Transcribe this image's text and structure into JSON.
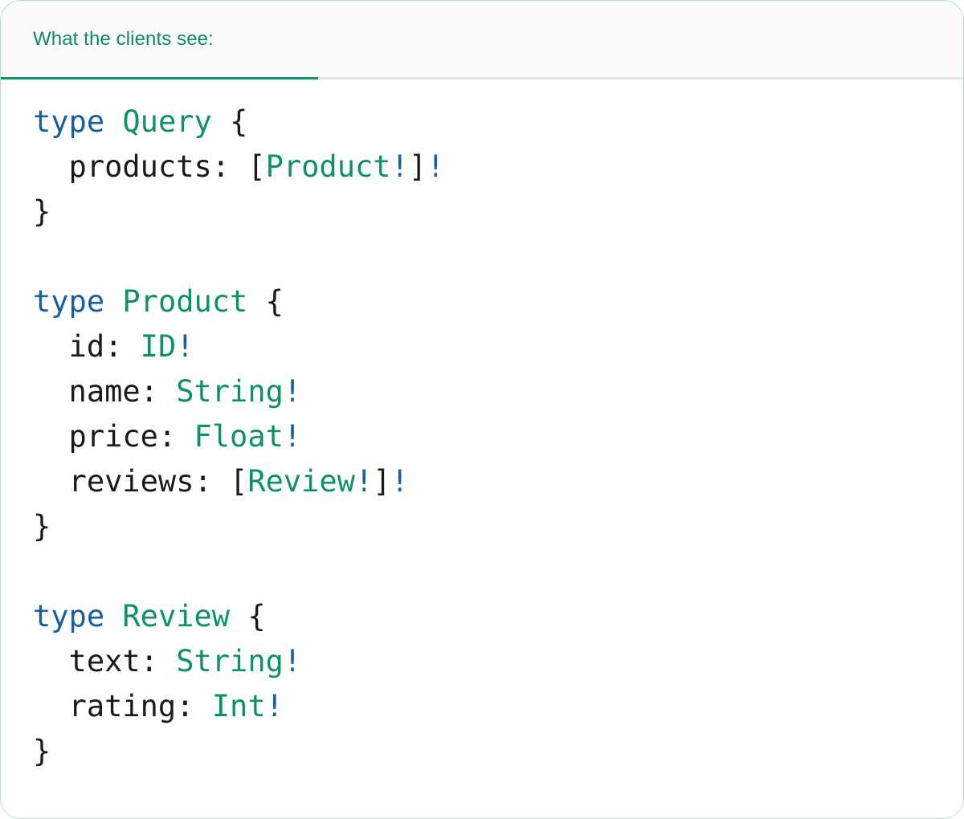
{
  "card": {
    "border_color": "#b9dcc9",
    "background": "#ffffff"
  },
  "header": {
    "background": "#fbfbfb",
    "tabs": [
      {
        "label": "What the clients see:",
        "active": true,
        "accent_color": "#0e9171",
        "text_color": "#0a8a68"
      }
    ]
  },
  "theme": {
    "keyword_color": "#17609e",
    "typename_color": "#0d9268",
    "field_color": "#1a1a1a",
    "punctuation_color": "#1a1a1a",
    "bang_color": "#1b5fa6",
    "code_background": "#ffffff"
  },
  "code": {
    "language": "graphql",
    "raw": "type Query {\n  products: [Product!]!\n}\n\ntype Product {\n  id: ID!\n  name: String!\n  price: Float!\n  reviews: [Review!]!\n}\n\ntype Review {\n  text: String!\n  rating: Int!\n}",
    "lines": [
      {
        "tokens": [
          {
            "t": "type",
            "c": "keyword"
          },
          {
            "t": " ",
            "c": "plain"
          },
          {
            "t": "Query",
            "c": "typename"
          },
          {
            "t": " ",
            "c": "plain"
          },
          {
            "t": "{",
            "c": "punct"
          }
        ]
      },
      {
        "tokens": [
          {
            "t": "  products",
            "c": "field"
          },
          {
            "t": ": ",
            "c": "punct"
          },
          {
            "t": "[",
            "c": "punct"
          },
          {
            "t": "Product",
            "c": "typename"
          },
          {
            "t": "!",
            "c": "bang"
          },
          {
            "t": "]",
            "c": "punct"
          },
          {
            "t": "!",
            "c": "bang"
          }
        ]
      },
      {
        "tokens": [
          {
            "t": "}",
            "c": "punct"
          }
        ]
      },
      {
        "tokens": []
      },
      {
        "tokens": [
          {
            "t": "type",
            "c": "keyword"
          },
          {
            "t": " ",
            "c": "plain"
          },
          {
            "t": "Product",
            "c": "typename"
          },
          {
            "t": " ",
            "c": "plain"
          },
          {
            "t": "{",
            "c": "punct"
          }
        ]
      },
      {
        "tokens": [
          {
            "t": "  id",
            "c": "field"
          },
          {
            "t": ": ",
            "c": "punct"
          },
          {
            "t": "ID",
            "c": "typename"
          },
          {
            "t": "!",
            "c": "bang"
          }
        ]
      },
      {
        "tokens": [
          {
            "t": "  name",
            "c": "field"
          },
          {
            "t": ": ",
            "c": "punct"
          },
          {
            "t": "String",
            "c": "typename"
          },
          {
            "t": "!",
            "c": "bang"
          }
        ]
      },
      {
        "tokens": [
          {
            "t": "  price",
            "c": "field"
          },
          {
            "t": ": ",
            "c": "punct"
          },
          {
            "t": "Float",
            "c": "typename"
          },
          {
            "t": "!",
            "c": "bang"
          }
        ]
      },
      {
        "tokens": [
          {
            "t": "  reviews",
            "c": "field"
          },
          {
            "t": ": ",
            "c": "punct"
          },
          {
            "t": "[",
            "c": "punct"
          },
          {
            "t": "Review",
            "c": "typename"
          },
          {
            "t": "!",
            "c": "bang"
          },
          {
            "t": "]",
            "c": "punct"
          },
          {
            "t": "!",
            "c": "bang"
          }
        ]
      },
      {
        "tokens": [
          {
            "t": "}",
            "c": "punct"
          }
        ]
      },
      {
        "tokens": []
      },
      {
        "tokens": [
          {
            "t": "type",
            "c": "keyword"
          },
          {
            "t": " ",
            "c": "plain"
          },
          {
            "t": "Review",
            "c": "typename"
          },
          {
            "t": " ",
            "c": "plain"
          },
          {
            "t": "{",
            "c": "punct"
          }
        ]
      },
      {
        "tokens": [
          {
            "t": "  text",
            "c": "field"
          },
          {
            "t": ": ",
            "c": "punct"
          },
          {
            "t": "String",
            "c": "typename"
          },
          {
            "t": "!",
            "c": "bang"
          }
        ]
      },
      {
        "tokens": [
          {
            "t": "  rating",
            "c": "field"
          },
          {
            "t": ": ",
            "c": "punct"
          },
          {
            "t": "Int",
            "c": "typename"
          },
          {
            "t": "!",
            "c": "bang"
          }
        ]
      },
      {
        "tokens": [
          {
            "t": "}",
            "c": "punct"
          }
        ]
      }
    ]
  }
}
